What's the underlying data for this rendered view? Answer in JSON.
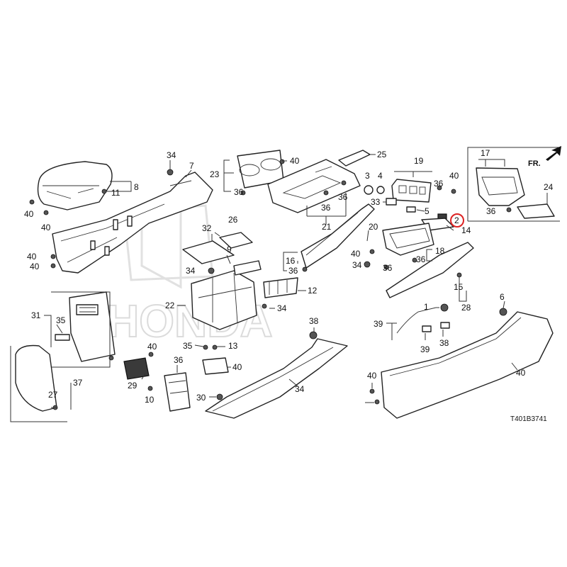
{
  "diagram": {
    "code": "T401B3741",
    "direction_label": "FR.",
    "watermark": "HONDA",
    "highlighted_part": "2",
    "highlight_color": "#dd2222",
    "callouts": [
      "34",
      "7",
      "8",
      "11",
      "40",
      "40",
      "40",
      "40",
      "23",
      "40",
      "36",
      "25",
      "19",
      "3",
      "4",
      "40",
      "36",
      "33",
      "5",
      "2",
      "17",
      "24",
      "36",
      "14",
      "26",
      "32",
      "34",
      "9",
      "12",
      "34",
      "22",
      "16",
      "36",
      "21",
      "36",
      "36",
      "20",
      "18",
      "40",
      "34",
      "36",
      "36",
      "15",
      "28",
      "31",
      "35",
      "35",
      "13",
      "40",
      "40",
      "10",
      "29",
      "36",
      "27",
      "37",
      "1",
      "39",
      "39",
      "38",
      "38",
      "30",
      "34",
      "6",
      "40",
      "40"
    ]
  }
}
